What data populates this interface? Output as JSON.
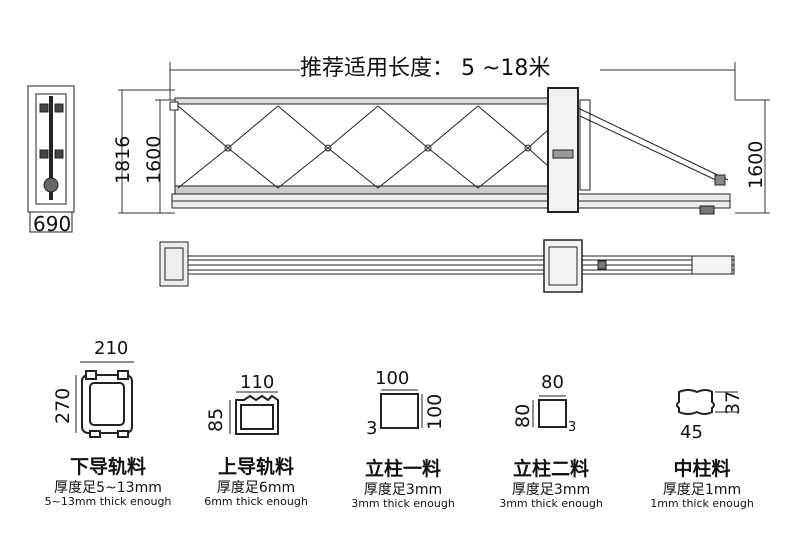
{
  "title": "推荐适用长度：  5 ~18米",
  "dims": {
    "left_total_height": "1816",
    "gate_height": "1600",
    "right_height": "1600",
    "motor_width": "690"
  },
  "profiles": [
    {
      "name": "下导轨料",
      "spec": "厚度足5~13mm",
      "spec_en": "5~13mm thick enough",
      "dim_a": "210",
      "dim_b": "270"
    },
    {
      "name": "上导轨料",
      "spec": "厚度足6mm",
      "spec_en": "6mm thick enough",
      "dim_a": "110",
      "dim_b": "85"
    },
    {
      "name": "立柱一料",
      "spec": "厚度足3mm",
      "spec_en": "3mm thick enough",
      "dim_a": "100",
      "dim_b": "100",
      "dim_c": "3"
    },
    {
      "name": "立柱二料",
      "spec": "厚度足3mm",
      "spec_en": "3mm thick enough",
      "dim_a": "80",
      "dim_b": "80",
      "dim_c": "3"
    },
    {
      "name": "中柱料",
      "spec": "厚度足1mm",
      "spec_en": "1mm thick enough",
      "dim_a": "37",
      "dim_b": "45"
    }
  ]
}
